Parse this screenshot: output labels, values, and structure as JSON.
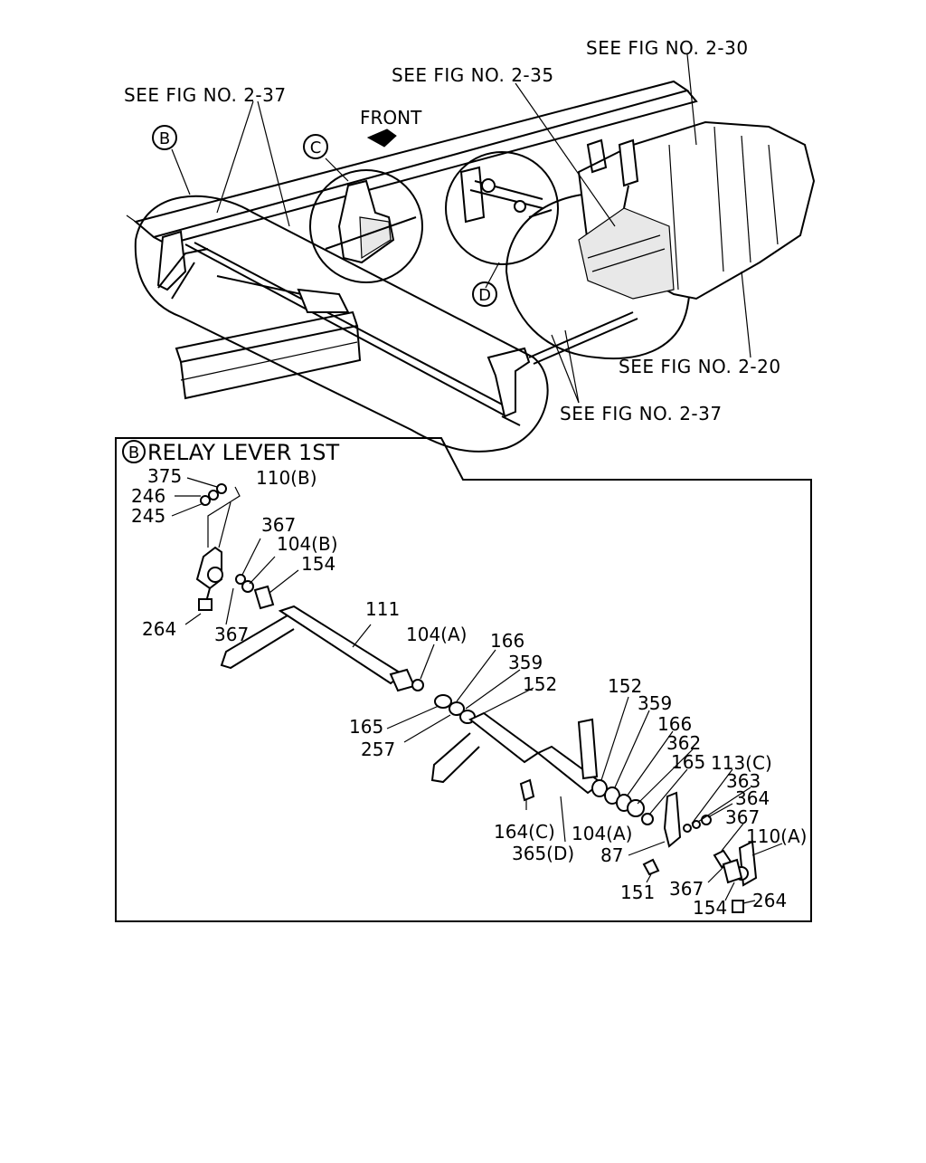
{
  "references": {
    "fig_2_37_top": "SEE FIG NO. 2-37",
    "fig_2_35": "SEE FIG NO. 2-35",
    "fig_2_30": "SEE FIG NO. 2-30",
    "fig_2_20": "SEE FIG NO. 2-20",
    "fig_2_37_bottom": "SEE FIG NO. 2-37"
  },
  "front_label": "FRONT",
  "callouts": {
    "b": "B",
    "c": "C",
    "d": "D"
  },
  "detail": {
    "badge": "B",
    "title": "RELAY LEVER 1ST"
  },
  "parts": {
    "p375": "375",
    "p246": "246",
    "p245": "245",
    "p110b": "110(B)",
    "p367a": "367",
    "p104b": "104(B)",
    "p154a": "154",
    "p264a": "264",
    "p367b": "367",
    "p111": "111",
    "p104a1": "104(A)",
    "p166a": "166",
    "p359a": "359",
    "p152a": "152",
    "p165a": "165",
    "p257": "257",
    "p152b": "152",
    "p359b": "359",
    "p166b": "166",
    "p362": "362",
    "p165b": "165",
    "p113c": "113(C)",
    "p363": "363",
    "p364": "364",
    "p367c": "367",
    "p110a": "110(A)",
    "p164c": "164(C)",
    "p104a2": "104(A)",
    "p365d": "365(D)",
    "p87": "87",
    "p151": "151",
    "p367d": "367",
    "p154b": "154",
    "p264b": "264"
  }
}
